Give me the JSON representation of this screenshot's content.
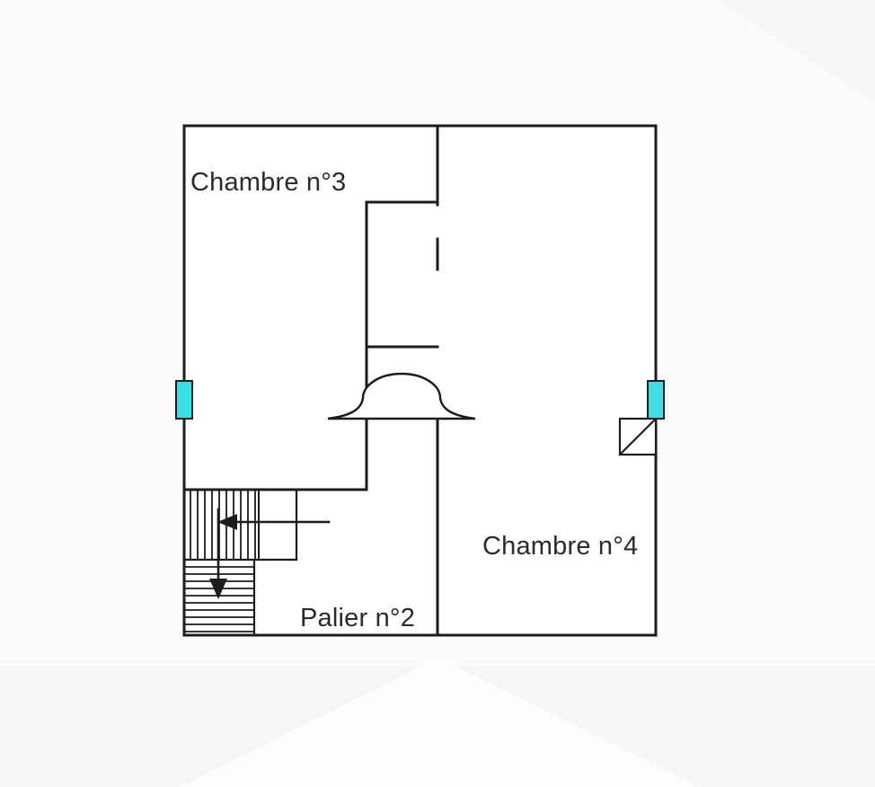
{
  "page": {
    "background": "#fbfbfc",
    "watermark_color": "#f6f6f8",
    "watermark_light": "#fdfdfe"
  },
  "plan": {
    "wall_color": "#1c1c1c",
    "interior_fill": "#ffffff",
    "text_color": "#2b2b2b",
    "window_color": "#3cdfe6",
    "labels": {
      "room_top_left": "Chambre n°3",
      "room_right": "Chambre n°4",
      "landing": "Palier n°2"
    },
    "symbols": {
      "window_marker": "cyan-rect-window",
      "door_swing": "square-with-diagonal",
      "passage": "arched-opening",
      "stair_direction_1": "arrow-left",
      "stair_direction_2": "arrow-down"
    }
  }
}
